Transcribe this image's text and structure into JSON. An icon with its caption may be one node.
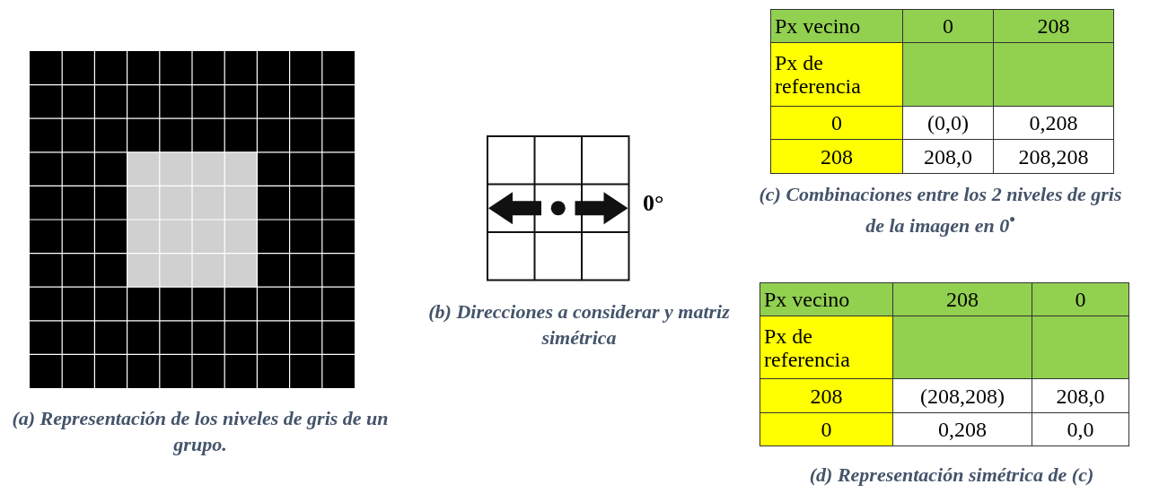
{
  "diagram": {
    "labels": [
      "(a) Representación de los niveles de gris de un grupo.",
      "0°",
      "(b) Direcciones a considerar y matriz simétrica",
      "Px vecino",
      "0",
      "208",
      "Px de referencia",
      "0",
      "(0,0)",
      "0,208",
      "208",
      "208,0",
      "208,208",
      "(c) Combinaciones entre los 2 niveles de gris de la imagen en 0$^{•}$",
      "Px vecino",
      "208",
      "0",
      "Px de referencia",
      "208",
      "(208,208)",
      "208,0",
      "0",
      "0,208",
      "0,0",
      "(d) Representación simétrica de (c)"
    ]
  }
}
